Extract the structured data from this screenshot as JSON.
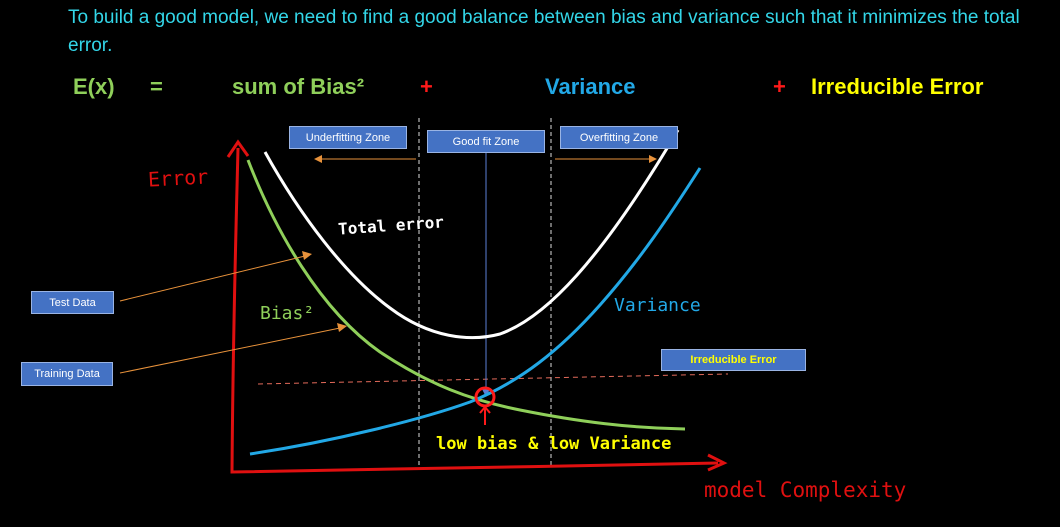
{
  "intro": "To build a good model, we need to find a good balance between bias and variance such that it minimizes the total error.",
  "equation": {
    "lhs": "E(x)",
    "equals": "=",
    "bias": "sum of Bias²",
    "plus1": "+",
    "variance": "Variance",
    "plus2": "+",
    "irreducible": "Irreducible Error"
  },
  "zones": {
    "underfitting": "Underfitting Zone",
    "good_fit": "Good fit Zone",
    "overfitting": "Overfitting Zone"
  },
  "labels": {
    "test_data": "Test Data",
    "training_data": "Training Data",
    "irreducible_error": "Irreducible Error"
  },
  "handwritten": {
    "y_axis": "Error",
    "x_axis": "model Complexity",
    "total_error": "Total error",
    "bias_sq": "Bias²",
    "variance": "Variance",
    "sweet_spot": "low bias & low Variance"
  },
  "colors": {
    "intro": "#33d6e8",
    "lhs": "#8fcf5a",
    "bias": "#8fcf5a",
    "variance": "#22a8e6",
    "irreducible": "#ffff00",
    "plus": "#ff1a1a",
    "axes": "#e01010",
    "total_curve": "#ffffff",
    "zone_box": "#4472c4"
  }
}
